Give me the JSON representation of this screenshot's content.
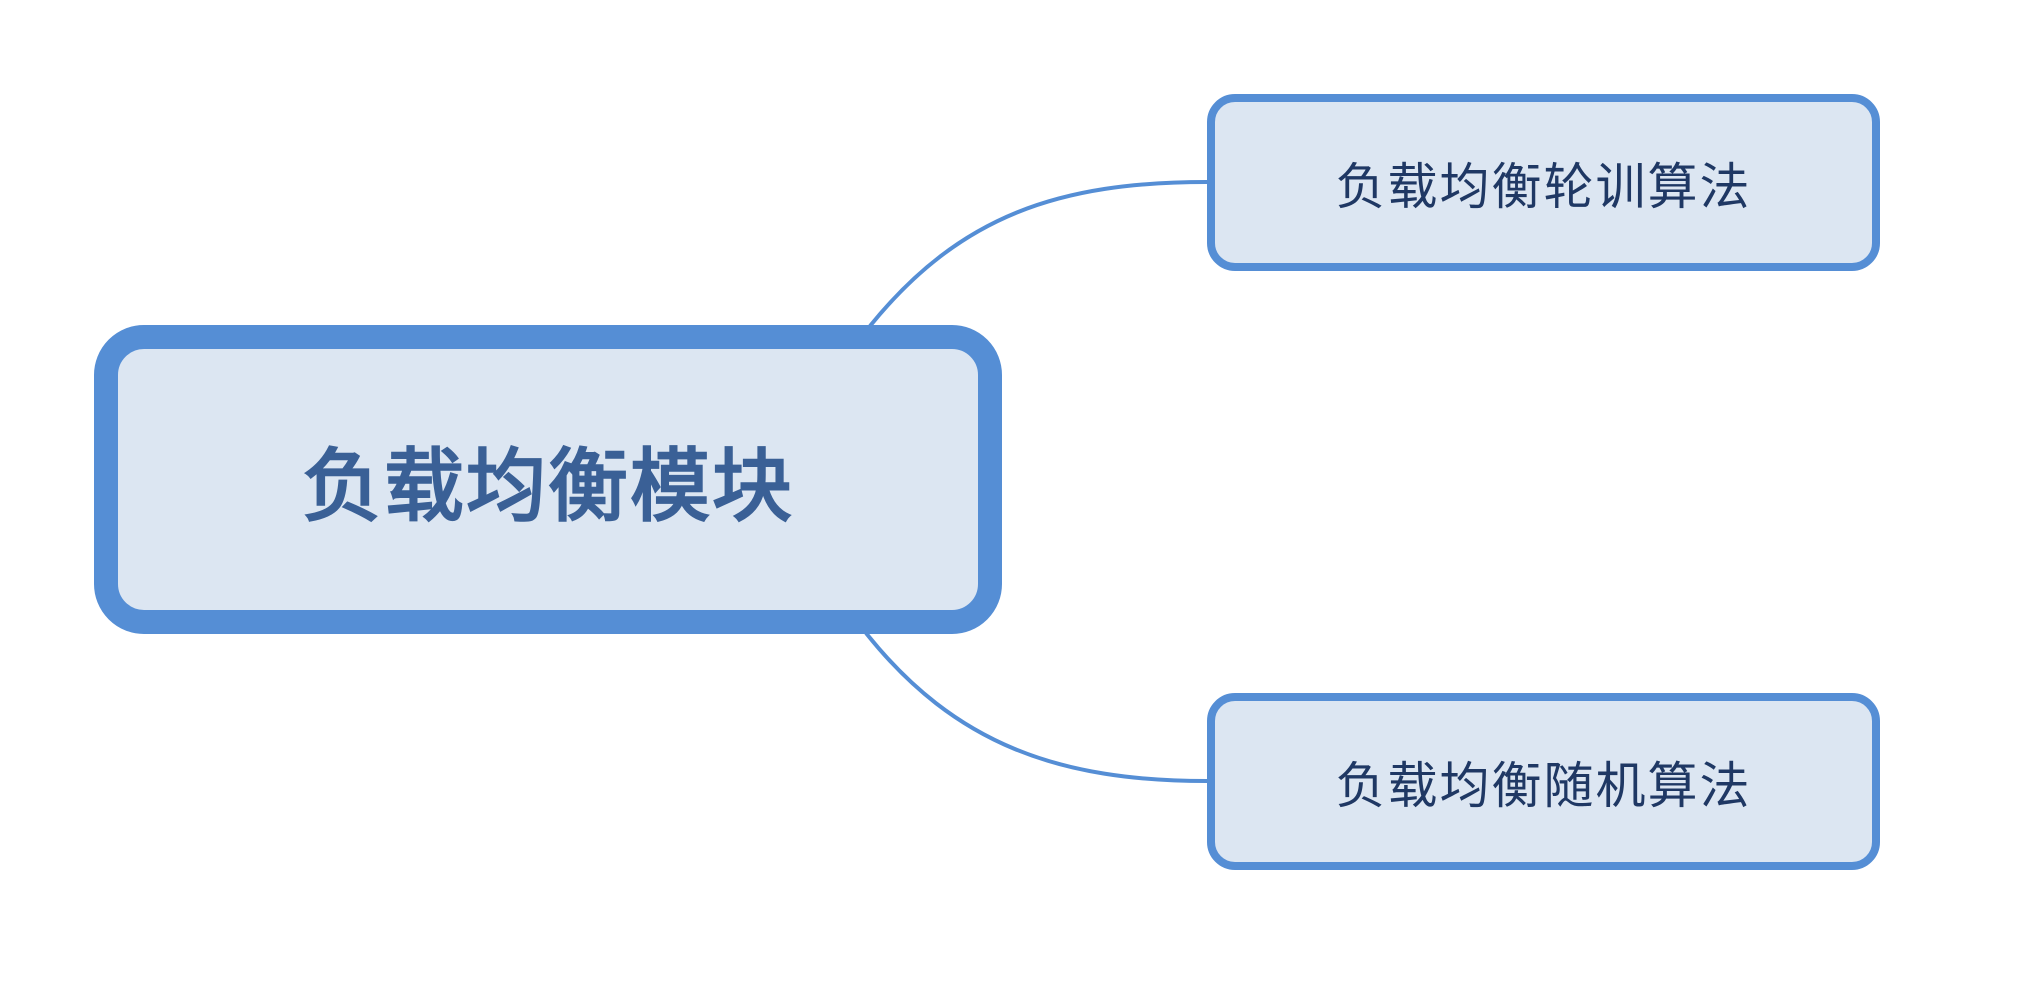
{
  "colors": {
    "border": "#558ed5",
    "fill": "#dce6f2",
    "root_text": "#3a6096",
    "child_text": "#1f3864"
  },
  "root": {
    "label": "负载均衡模块"
  },
  "children": [
    {
      "label": "负载均衡轮训算法"
    },
    {
      "label": "负载均衡随机算法"
    }
  ]
}
